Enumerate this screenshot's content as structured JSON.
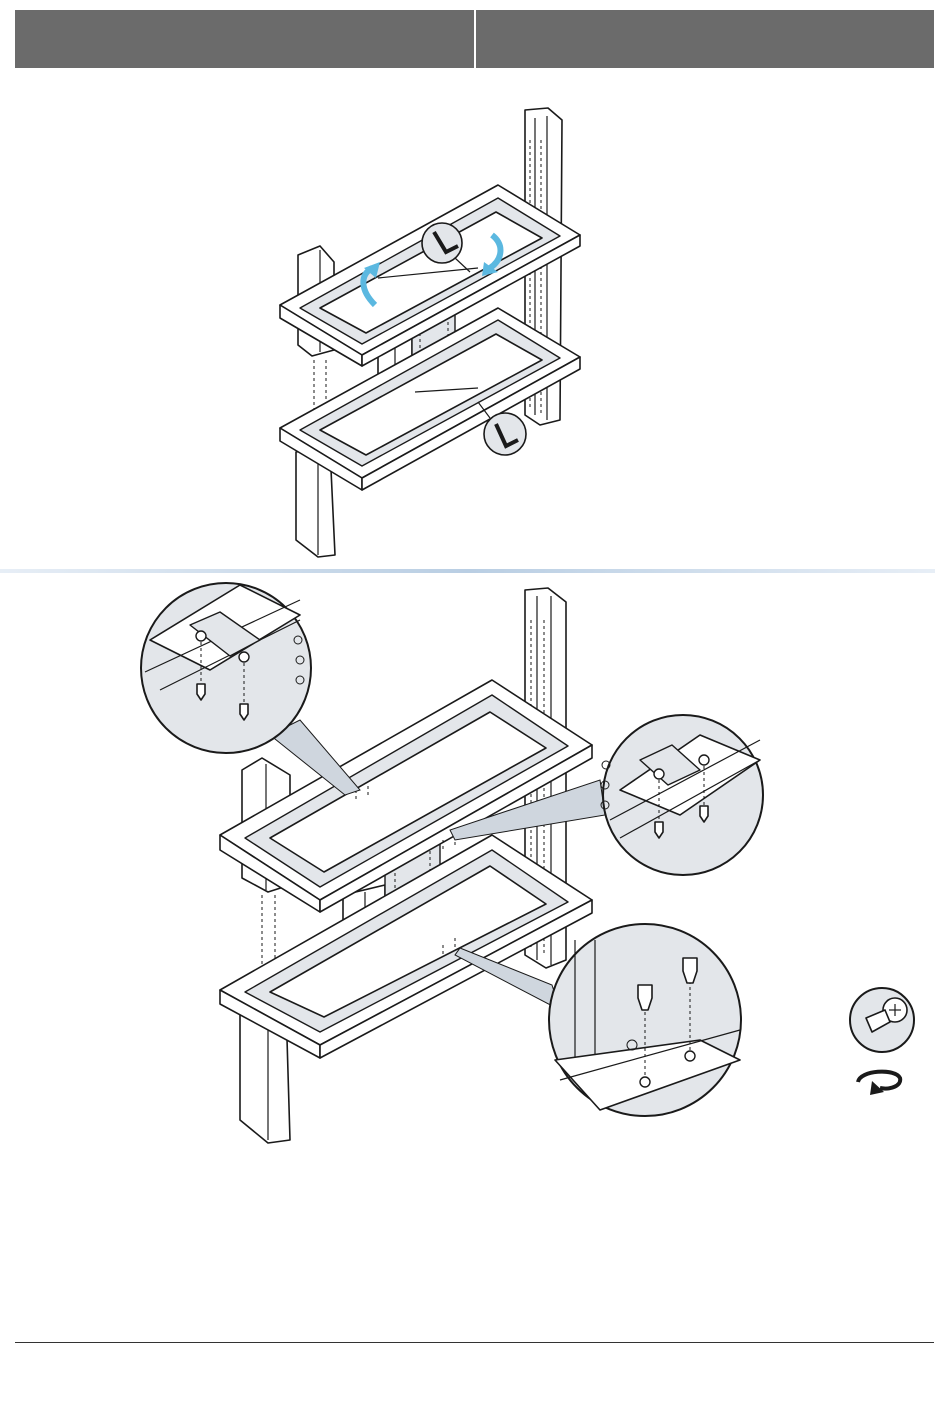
{
  "header": {
    "left_text": "",
    "right_text": ""
  },
  "figures": {
    "step_top": {
      "arrows": [
        "rotate-arrow-left",
        "rotate-arrow-right"
      ],
      "arrow_color": "#5bb8e0",
      "detail_icons": [
        "hex-key-icon",
        "hex-key-icon"
      ]
    },
    "step_bottom": {
      "detail_callouts": [
        "screw-detail-top-left",
        "screw-detail-right",
        "screw-detail-lower-right"
      ],
      "fill_color": "#e3e6ea"
    },
    "side_icons": [
      "phillips-screw-icon",
      "rotate-clockwise-icon"
    ]
  },
  "colors": {
    "header_bg": "#6b6b6b",
    "divider": "#b9cee3",
    "accent": "#5bb8e0"
  }
}
